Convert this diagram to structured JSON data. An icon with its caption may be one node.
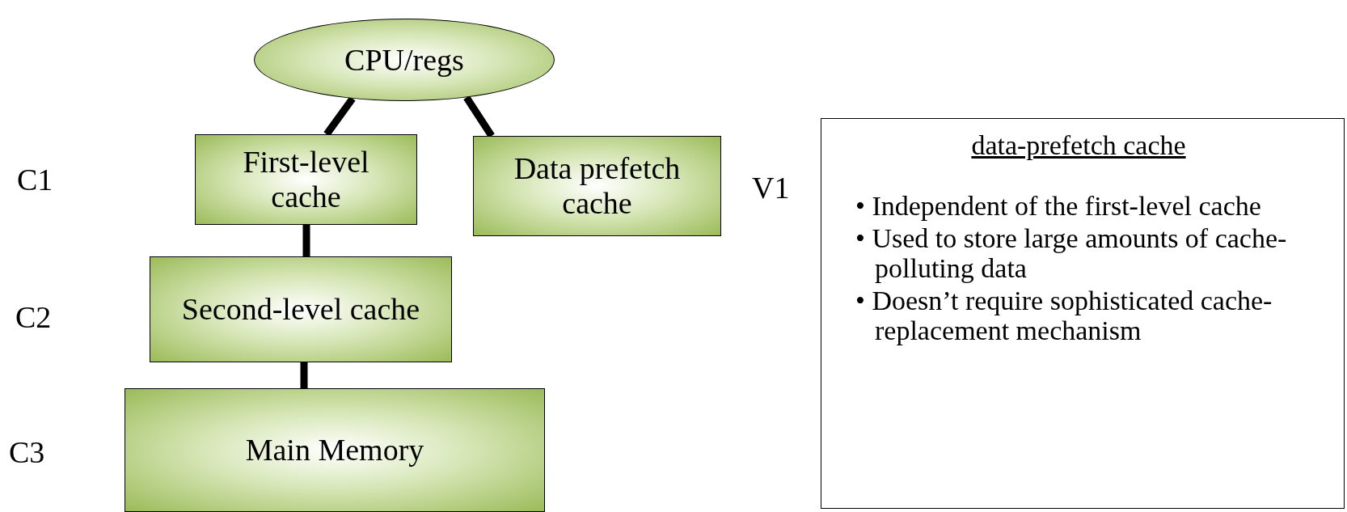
{
  "diagram": {
    "nodes": [
      {
        "text": [
          "CPU/regs"
        ]
      },
      {
        "text": [
          "First-level cache"
        ]
      },
      {
        "text": [
          "Data prefetch cache"
        ]
      },
      {
        "text": [
          "Second-level cache"
        ]
      },
      {
        "text": [
          "Main Memory"
        ]
      },
      {
        "text": [
          "data-prefetch cache",
          "• Independent of the first-level cache",
          "• Used to store large amounts of cache-polluting data",
          "• Doesn’t require sophisticated cache-replacement mechanism"
        ]
      }
    ],
    "edges": [
      {
        "from": 0,
        "to": 1,
        "arrow": "none"
      },
      {
        "from": 0,
        "to": 2,
        "arrow": "none"
      },
      {
        "from": 1,
        "to": 3,
        "arrow": "none"
      },
      {
        "from": 3,
        "to": 4,
        "arrow": "none"
      }
    ],
    "labels": [
      "C1",
      "V1",
      "C2",
      "C3"
    ]
  }
}
